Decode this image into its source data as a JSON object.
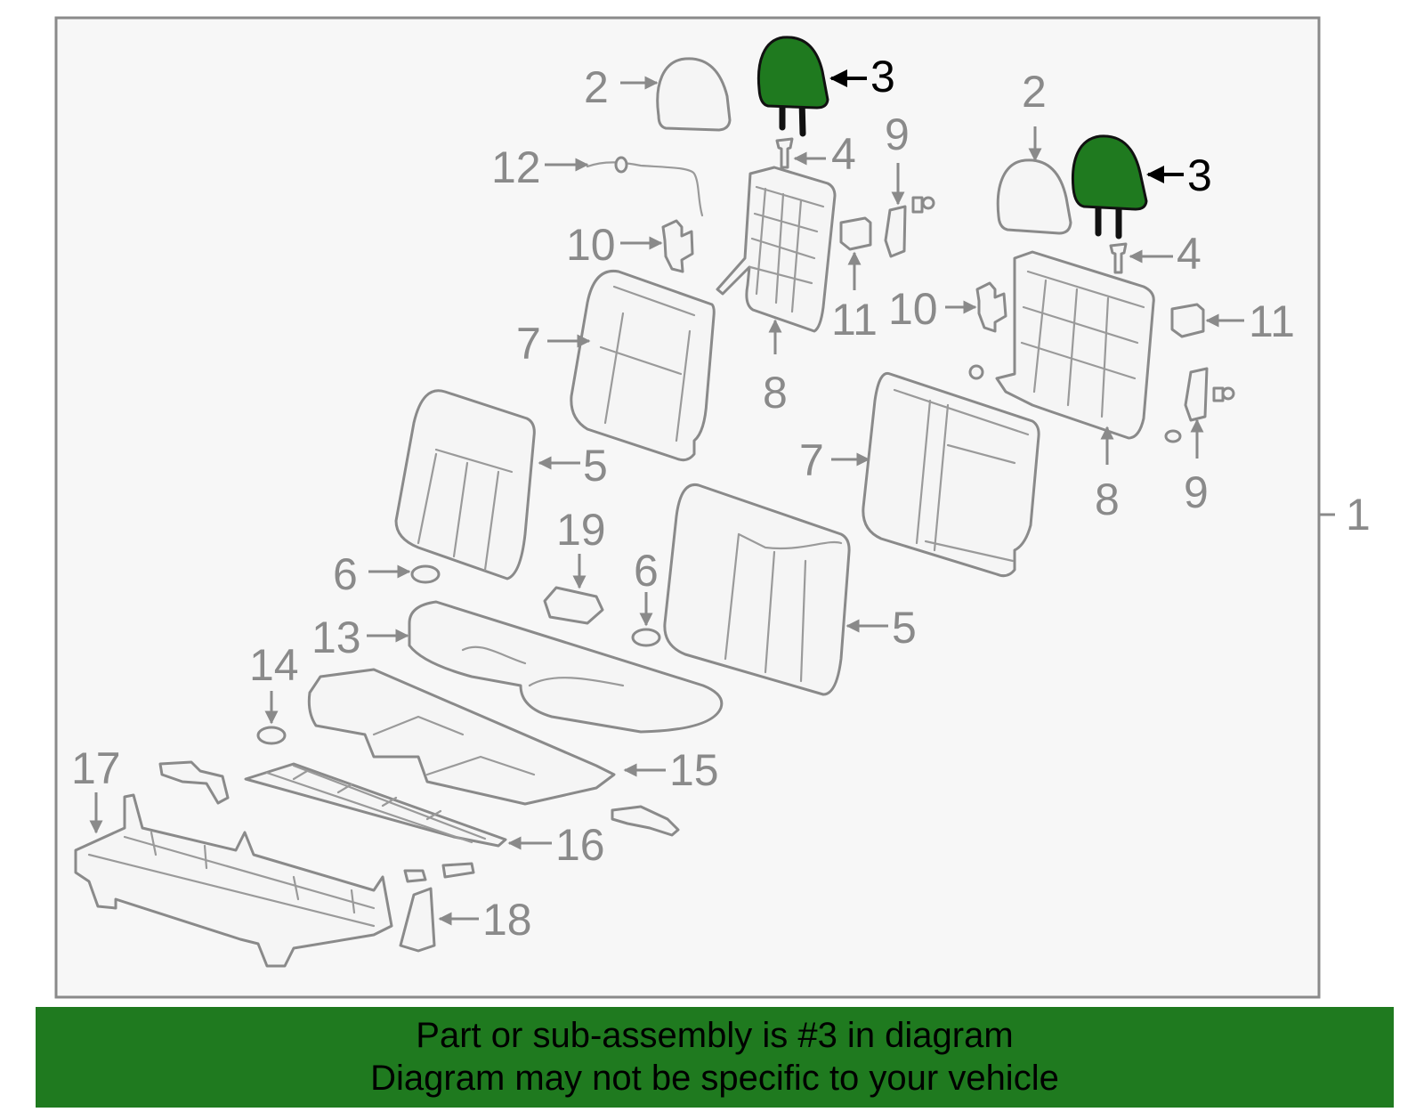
{
  "callouts": {
    "c1": "1",
    "c2a": "2",
    "c2b": "2",
    "c3a": "3",
    "c3b": "3",
    "c4a": "4",
    "c4b": "4",
    "c5a": "5",
    "c5b": "5",
    "c6a": "6",
    "c6b": "6",
    "c7a": "7",
    "c7b": "7",
    "c8a": "8",
    "c8b": "8",
    "c9a": "9",
    "c9b": "9",
    "c10a": "10",
    "c10b": "10",
    "c11a": "11",
    "c11b": "11",
    "c12": "12",
    "c13": "13",
    "c14": "14",
    "c15": "15",
    "c16": "16",
    "c17": "17",
    "c18": "18",
    "c19": "19"
  },
  "banner": {
    "line1": "Part or sub-assembly is #3 in diagram",
    "line2": "Diagram may not be specific to your vehicle"
  },
  "colors": {
    "highlight": "#1f7a1f",
    "part_stroke": "#8a8a8a",
    "frame_bg": "#f5f5f5"
  }
}
